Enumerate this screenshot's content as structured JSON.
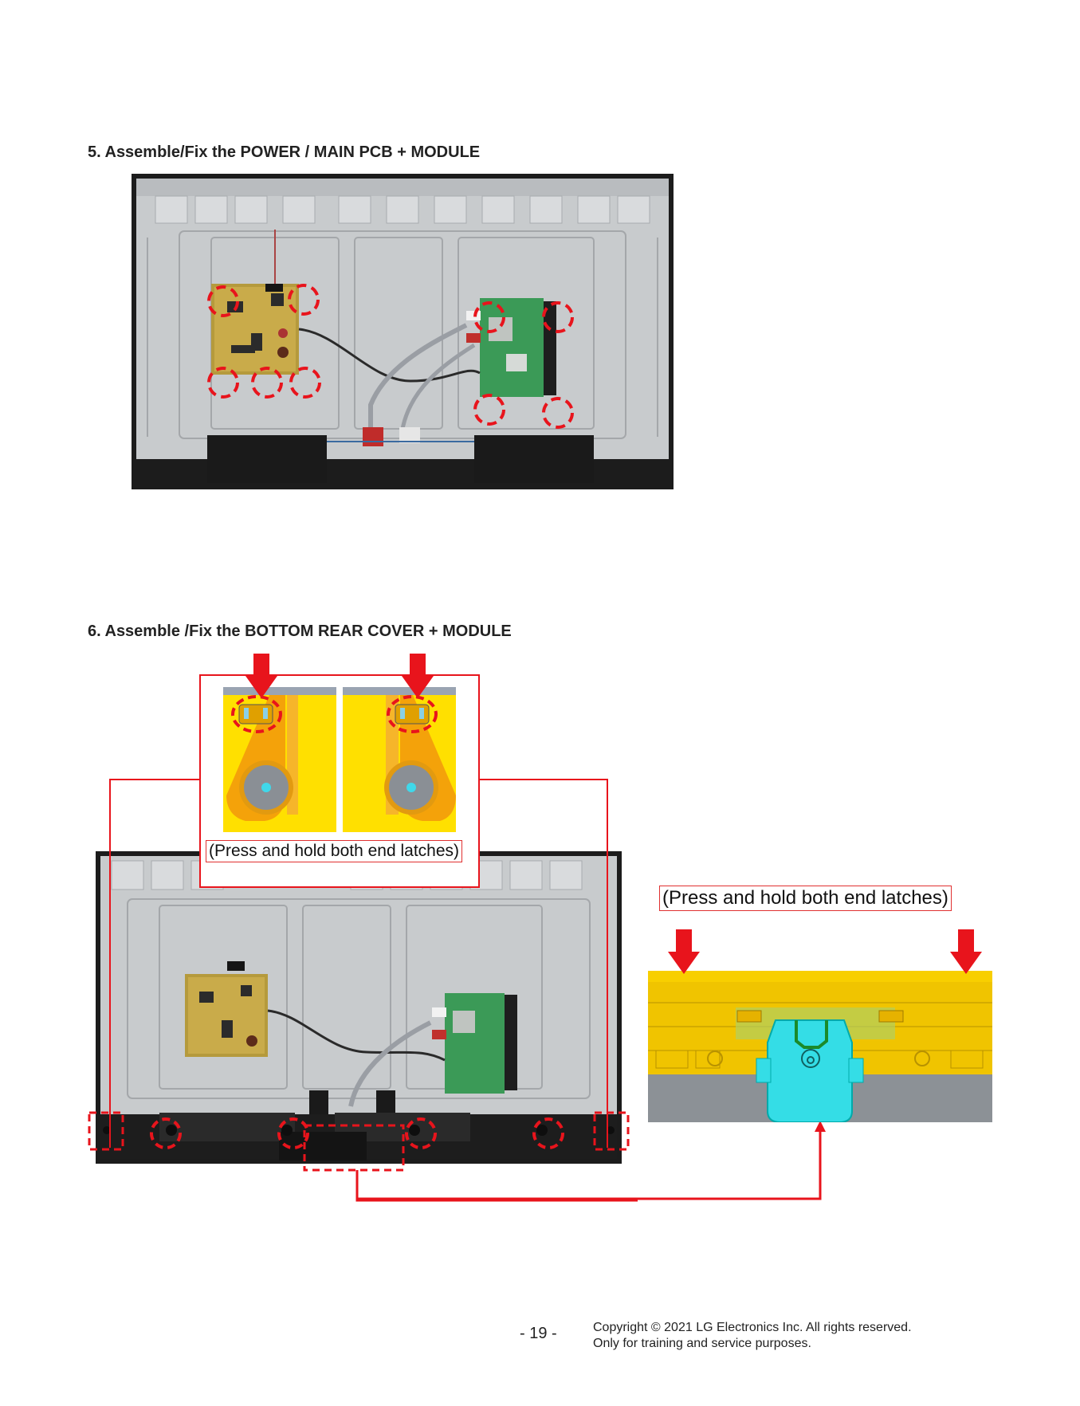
{
  "section5": {
    "heading": "5. Assemble/Fix the POWER / MAIN PCB + MODULE"
  },
  "section6": {
    "heading": "6. Assemble /Fix the BOTTOM REAR COVER + MODULE",
    "inset_caption": "(Press and hold both end latches)",
    "latch_caption": "(Press and hold both end latches)"
  },
  "footer": {
    "page_number": "- 19 -",
    "copyright_line1": "Copyright © 2021 LG Electronics Inc. All rights reserved.",
    "copyright_line2": "Only for training and service purposes."
  },
  "colors": {
    "callout_red": "#e8141c",
    "panel_gray": "#c9ccce",
    "latch_yellow": "#f2c400",
    "latch_cyan": "#2fe0e8",
    "pcb_green": "#3a9a55"
  }
}
